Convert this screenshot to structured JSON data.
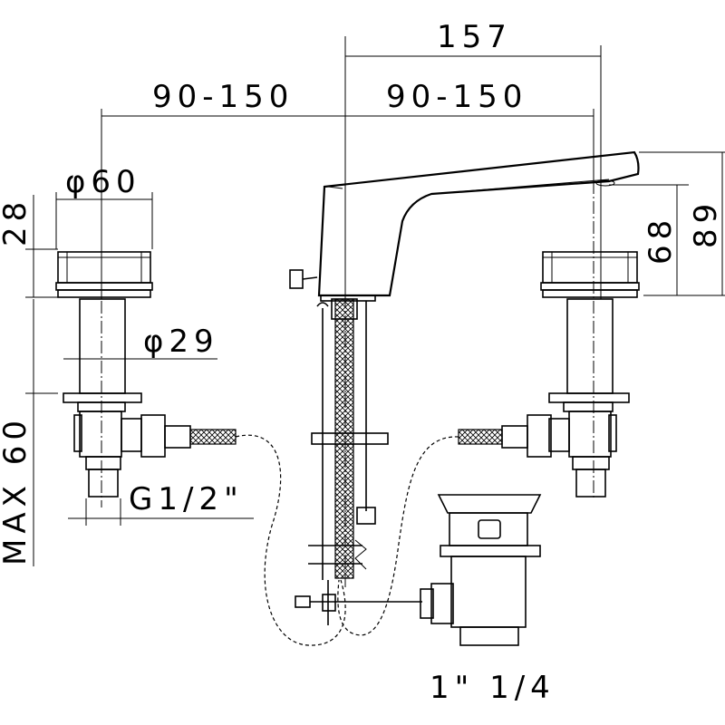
{
  "drawing": {
    "dimensions": {
      "overall_depth": "157",
      "spacing_left": "90-150",
      "spacing_right": "90-150",
      "handle_diameter": "φ60",
      "shank_diameter": "φ29",
      "handle_height": "28",
      "max_deck_thickness": "MAX 60",
      "spout_clearance": "68",
      "overall_height": "89",
      "connection_thread": "G1/2\"",
      "waste_size": "1\" 1/4"
    }
  }
}
